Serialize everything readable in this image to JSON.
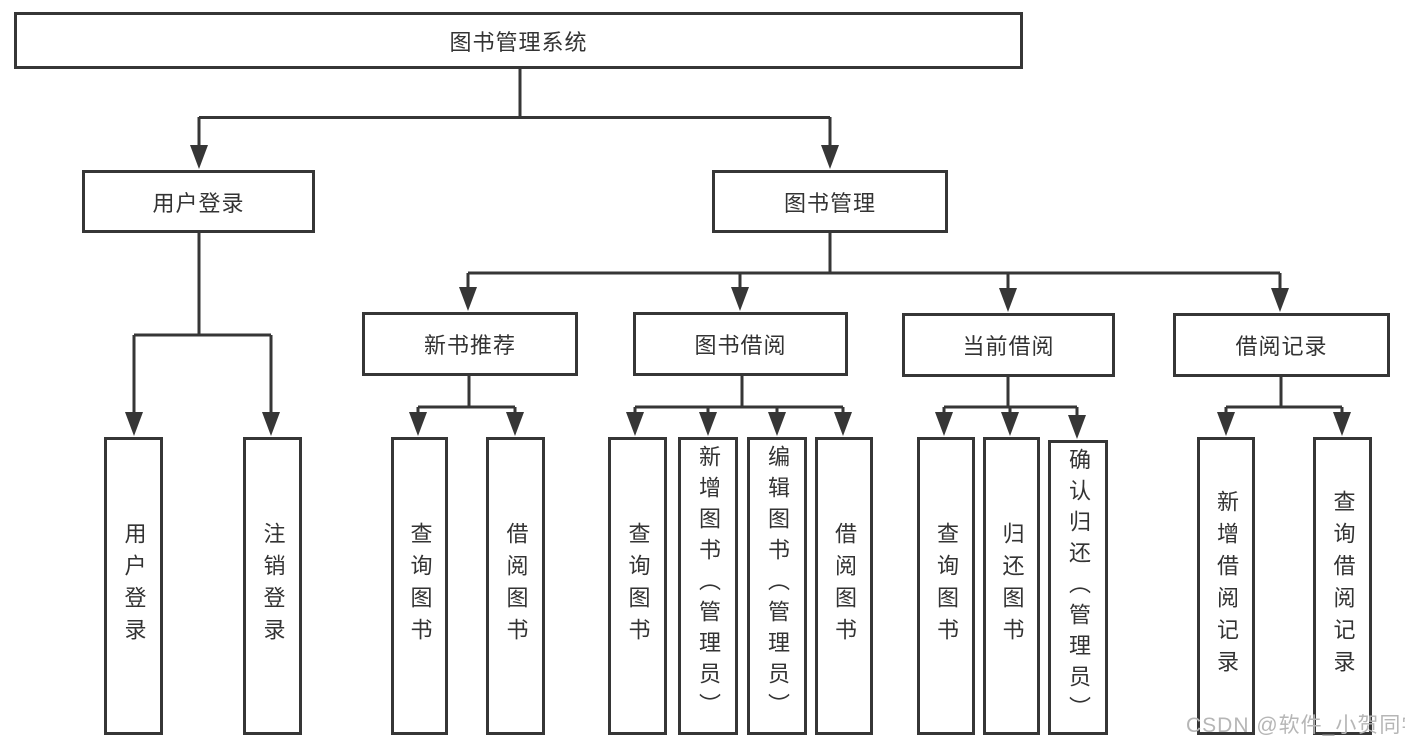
{
  "tree": {
    "root": {
      "label": "图书管理系统",
      "children": [
        {
          "label": "用户登录",
          "children": [
            {
              "label": "用户登录"
            },
            {
              "label": "注销登录"
            }
          ]
        },
        {
          "label": "图书管理",
          "children": [
            {
              "label": "新书推荐",
              "children": [
                {
                  "label": "查询图书"
                },
                {
                  "label": "借阅图书"
                }
              ]
            },
            {
              "label": "图书借阅",
              "children": [
                {
                  "label": "查询图书"
                },
                {
                  "label": "新增图书（管理员）"
                },
                {
                  "label": "编辑图书（管理员）"
                },
                {
                  "label": "借阅图书"
                }
              ]
            },
            {
              "label": "当前借阅",
              "children": [
                {
                  "label": "查询图书"
                },
                {
                  "label": "归还图书"
                },
                {
                  "label": "确认归还（管理员）"
                }
              ]
            },
            {
              "label": "借阅记录",
              "children": [
                {
                  "label": "新增借阅记录"
                },
                {
                  "label": "查询借阅记录"
                }
              ]
            }
          ]
        }
      ]
    }
  },
  "watermark": {
    "text": "CSDN @软件_小贺同学"
  },
  "colors": {
    "line": "#363636",
    "text": "#333333",
    "box_background": "#ffffff",
    "page_background": "#ffffff",
    "watermark": "#b6b6b6"
  }
}
